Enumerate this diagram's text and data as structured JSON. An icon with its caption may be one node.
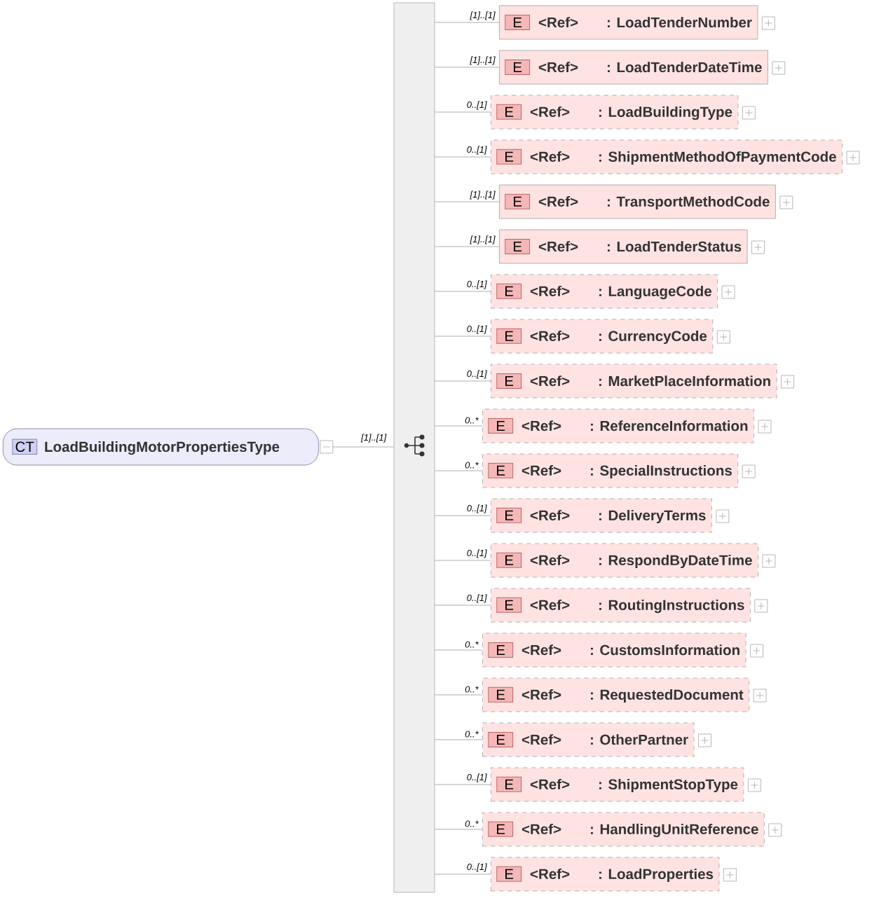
{
  "diagram": {
    "nodes": [
      {
        "text": [
          "CT",
          "LoadBuildingMotorPropertiesType"
        ]
      },
      {
        "text": [],
        "shape": "bar"
      },
      {
        "text": [
          "E",
          "<Ref>",
          ": LoadTenderNumber"
        ]
      },
      {
        "text": [
          "E",
          "<Ref>",
          ": LoadTenderDateTime"
        ]
      },
      {
        "text": [
          "E",
          "<Ref>",
          ": LoadBuildingType"
        ]
      },
      {
        "text": [
          "E",
          "<Ref>",
          ": ShipmentMethodOfPaymentCode"
        ]
      },
      {
        "text": [
          "E",
          "<Ref>",
          ": TransportMethodCode"
        ]
      },
      {
        "text": [
          "E",
          "<Ref>",
          ": LoadTenderStatus"
        ]
      },
      {
        "text": [
          "E",
          "<Ref>",
          ": LanguageCode"
        ]
      },
      {
        "text": [
          "E",
          "<Ref>",
          ": CurrencyCode"
        ]
      },
      {
        "text": [
          "E",
          "<Ref>",
          ": MarketPlaceInformation"
        ]
      },
      {
        "text": [
          "E",
          "<Ref>",
          ": ReferenceInformation"
        ]
      },
      {
        "text": [
          "E",
          "<Ref>",
          ": SpecialInstructions"
        ]
      },
      {
        "text": [
          "E",
          "<Ref>",
          ": DeliveryTerms"
        ]
      },
      {
        "text": [
          "E",
          "<Ref>",
          ": RespondByDateTime"
        ]
      },
      {
        "text": [
          "E",
          "<Ref>",
          ": RoutingInstructions"
        ]
      },
      {
        "text": [
          "E",
          "<Ref>",
          ": CustomsInformation"
        ]
      },
      {
        "text": [
          "E",
          "<Ref>",
          ": RequestedDocument"
        ]
      },
      {
        "text": [
          "E",
          "<Ref>",
          ": OtherPartner"
        ]
      },
      {
        "text": [
          "E",
          "<Ref>",
          ": ShipmentStopType"
        ]
      },
      {
        "text": [
          "E",
          "<Ref>",
          ": HandlingUnitReference"
        ]
      },
      {
        "text": [
          "E",
          "<Ref>",
          ": LoadProperties"
        ]
      }
    ],
    "edges": [
      {
        "from": 0,
        "to": 1,
        "arrow": "none",
        "label": "[1]..[1]"
      },
      {
        "from": 1,
        "to": 2,
        "arrow": "none",
        "label": "[1]..[1]"
      },
      {
        "from": 1,
        "to": 3,
        "arrow": "none",
        "label": "[1]..[1]"
      },
      {
        "from": 1,
        "to": 4,
        "arrow": "none",
        "label": "0..[1]"
      },
      {
        "from": 1,
        "to": 5,
        "arrow": "none",
        "label": "0..[1]"
      },
      {
        "from": 1,
        "to": 6,
        "arrow": "none",
        "label": "[1]..[1]"
      },
      {
        "from": 1,
        "to": 7,
        "arrow": "none",
        "label": "[1]..[1]"
      },
      {
        "from": 1,
        "to": 8,
        "arrow": "none",
        "label": "0..[1]"
      },
      {
        "from": 1,
        "to": 9,
        "arrow": "none",
        "label": "0..[1]"
      },
      {
        "from": 1,
        "to": 10,
        "arrow": "none",
        "label": "0..[1]"
      },
      {
        "from": 1,
        "to": 11,
        "arrow": "none",
        "label": "0..*"
      },
      {
        "from": 1,
        "to": 12,
        "arrow": "none",
        "label": "0..*"
      },
      {
        "from": 1,
        "to": 13,
        "arrow": "none",
        "label": "0..[1]"
      },
      {
        "from": 1,
        "to": 14,
        "arrow": "none",
        "label": "0..[1]"
      },
      {
        "from": 1,
        "to": 15,
        "arrow": "none",
        "label": "0..[1]"
      },
      {
        "from": 1,
        "to": 16,
        "arrow": "none",
        "label": "0..*"
      },
      {
        "from": 1,
        "to": 17,
        "arrow": "none",
        "label": "0..*"
      },
      {
        "from": 1,
        "to": 18,
        "arrow": "none",
        "label": "0..*"
      },
      {
        "from": 1,
        "to": 19,
        "arrow": "none",
        "label": "0..[1]"
      },
      {
        "from": 1,
        "to": 20,
        "arrow": "none",
        "label": "0..*"
      },
      {
        "from": 1,
        "to": 21,
        "arrow": "none",
        "label": "0..[1]"
      }
    ]
  }
}
